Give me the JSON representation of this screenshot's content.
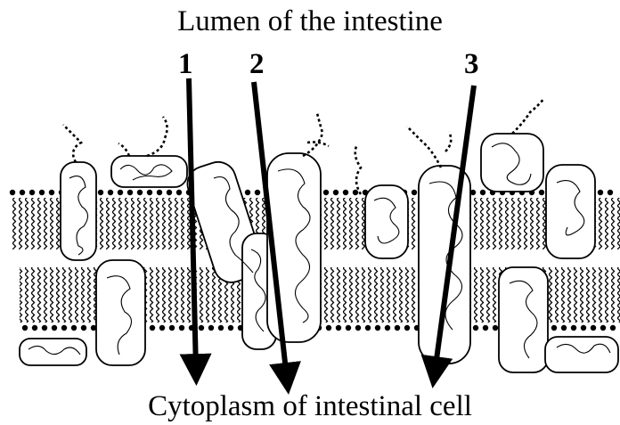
{
  "diagram": {
    "top_label": "Lumen of the intestine",
    "bottom_label": "Cytoplasm of intestinal cell",
    "markers": [
      {
        "label": "1"
      },
      {
        "label": "2"
      },
      {
        "label": "3"
      }
    ]
  },
  "colors": {
    "ink": "#000000",
    "background": "#ffffff"
  }
}
